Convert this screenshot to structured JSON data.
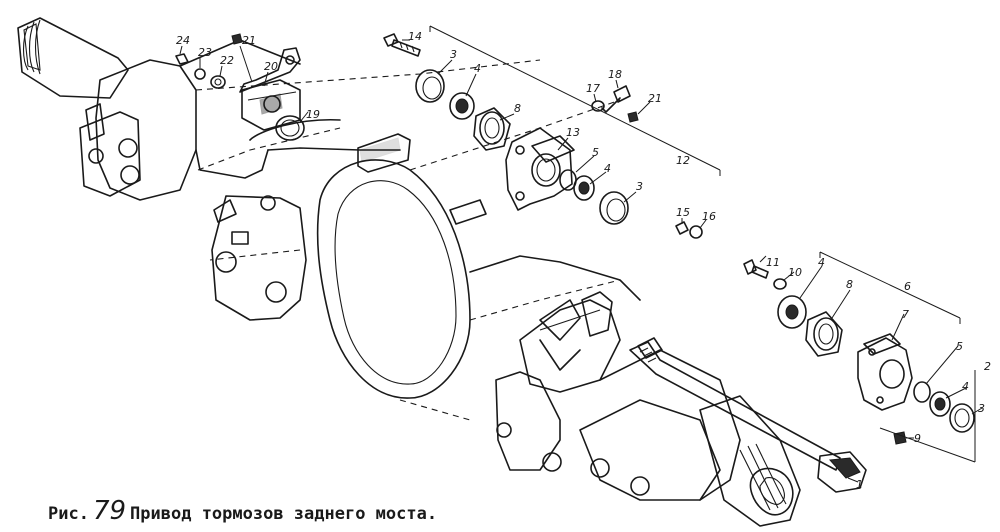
{
  "figure": {
    "prefix": "Рис.",
    "number": "79",
    "title": "Привод тормозов заднего моста."
  },
  "callouts": [
    "1",
    "2",
    "3",
    "4",
    "5",
    "6",
    "7",
    "8",
    "9",
    "10",
    "11",
    "12",
    "13",
    "14",
    "15",
    "16",
    "17",
    "18",
    "19",
    "20",
    "21",
    "22",
    "23",
    "24"
  ],
  "labels": {
    "l24": "24",
    "l23": "23",
    "l22": "22",
    "l21a": "21",
    "l20": "20",
    "l19": "19",
    "l14": "14",
    "l3a": "3",
    "l4a": "4",
    "l8a": "8",
    "l17": "17",
    "l18": "18",
    "l21b": "21",
    "l13": "13",
    "l5a": "5",
    "l4b": "4",
    "l3b": "3",
    "l12": "12",
    "l15": "15",
    "l16": "16",
    "l11": "11",
    "l10": "10",
    "l4c": "4",
    "l8b": "8",
    "l6": "6",
    "l7": "7",
    "l5b": "5",
    "l2": "2",
    "l4d": "4",
    "l3c": "3",
    "l9": "9",
    "l1": "1"
  }
}
